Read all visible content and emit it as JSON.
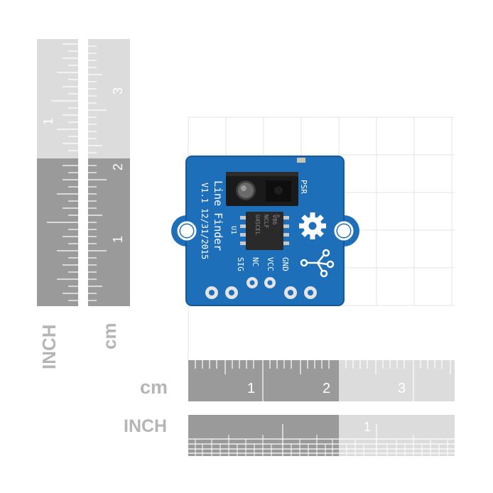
{
  "rulers": {
    "left_inch": {
      "unit": "INCH",
      "ticks": [
        "1"
      ]
    },
    "left_cm": {
      "unit": "cm",
      "ticks": [
        "3",
        "2",
        "1"
      ]
    },
    "bottom_cm": {
      "unit": "cm",
      "ticks": [
        "1",
        "2",
        "3"
      ]
    },
    "bottom_inch": {
      "unit": "INCH",
      "ticks": [
        "1"
      ]
    }
  },
  "board": {
    "title": "Line Finder",
    "version": "V1.1 12/31/2015",
    "ref_u1": "U1",
    "sensor_label": "PSR",
    "pins": [
      "SIG",
      "NC",
      "VCC",
      "GND"
    ],
    "pcb_color": "#1c6fb8"
  }
}
